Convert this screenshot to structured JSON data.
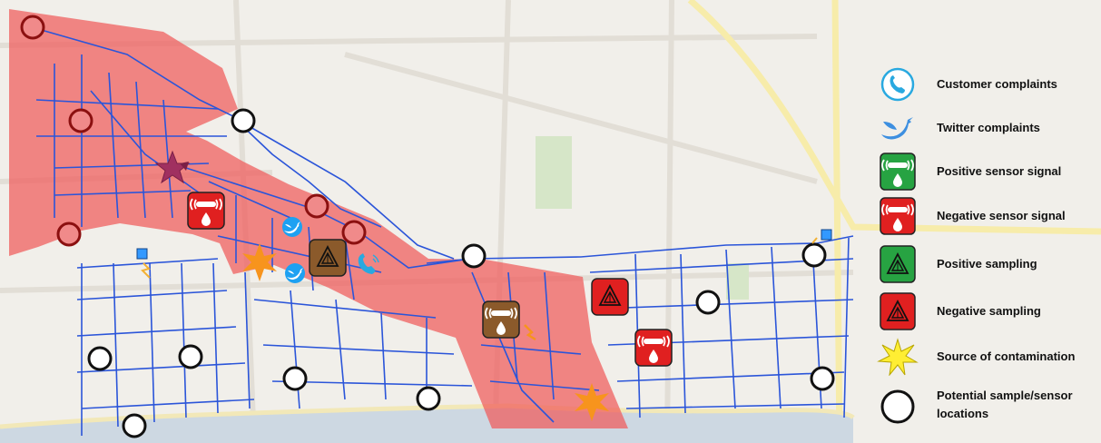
{
  "legend": {
    "items": [
      {
        "key": "customer",
        "label": "Customer complaints",
        "icon": "phone-icon"
      },
      {
        "key": "twitter",
        "label": "Twitter complaints",
        "icon": "twitter-bird-icon"
      },
      {
        "key": "pos-sensor",
        "label": "Positive sensor signal",
        "icon": "sensor-icon"
      },
      {
        "key": "neg-sensor",
        "label": "Negative sensor signal",
        "icon": "sensor-icon"
      },
      {
        "key": "pos-sampling",
        "label": "Positive sampling",
        "icon": "sampling-triangle-icon"
      },
      {
        "key": "neg-sampling",
        "label": "Negative sampling",
        "icon": "sampling-triangle-icon"
      },
      {
        "key": "source",
        "label": "Source of contamination",
        "icon": "star-burst-icon"
      },
      {
        "key": "potential",
        "label": "Potential sample/sensor",
        "label_line2": "locations",
        "icon": "open-circle-icon"
      }
    ]
  },
  "colors": {
    "contamination_zone": "#f05a5a",
    "network": "#2b55d9",
    "positive": "#27a342",
    "negative": "#e02020",
    "brown_marker": "#8b5a2b",
    "source": "#f7941d",
    "twitter": "#1da1f2",
    "phone": "#29a9e0",
    "star_purple": "#a03060",
    "legend_star": "#ffee33",
    "map_background": "#f1efea"
  }
}
